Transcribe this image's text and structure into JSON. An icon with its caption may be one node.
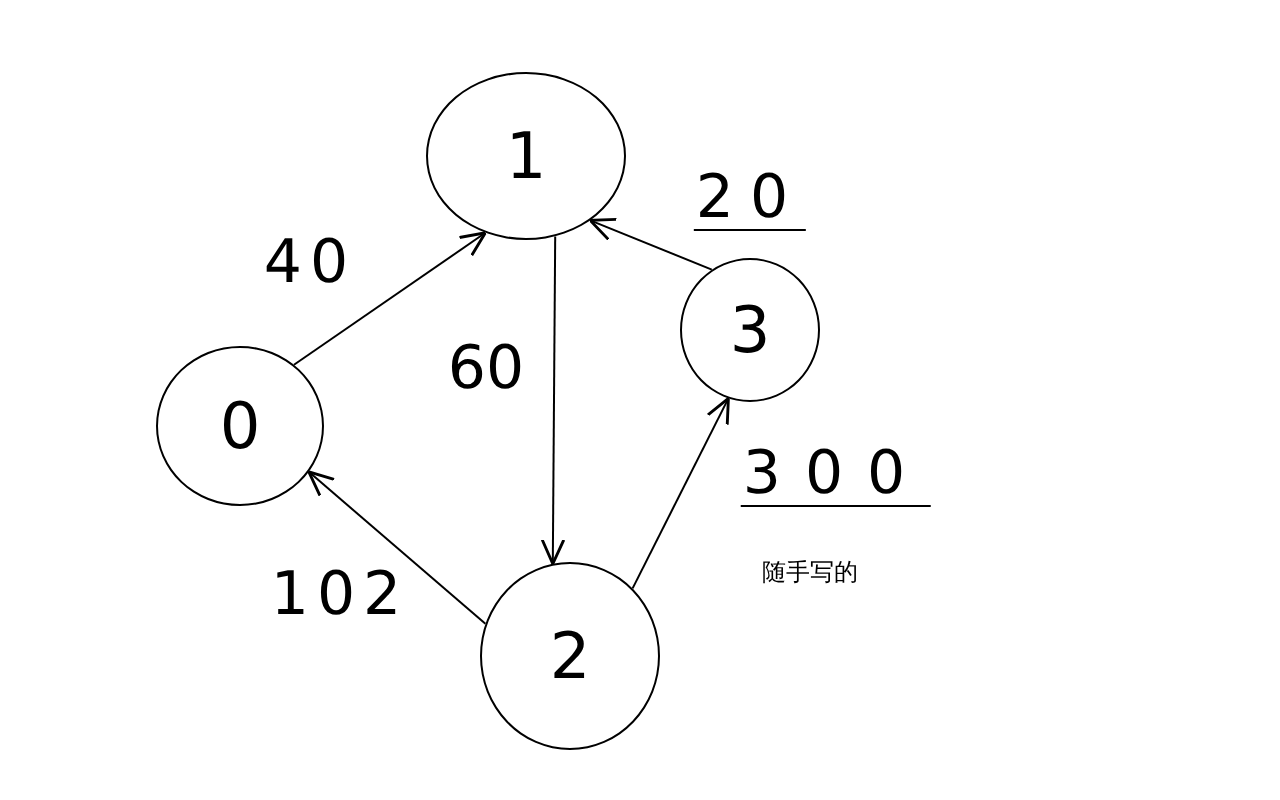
{
  "diagram": {
    "nodes": [
      {
        "text": [
          "1"
        ]
      },
      {
        "text": [
          "0"
        ]
      },
      {
        "text": [
          "3"
        ]
      },
      {
        "text": [
          "2"
        ]
      }
    ],
    "edges": [
      {
        "from": 1,
        "to": 0,
        "arrow": "to",
        "label": "40"
      },
      {
        "from": 2,
        "to": 0,
        "arrow": "to",
        "label": "20"
      },
      {
        "from": 0,
        "to": 3,
        "arrow": "to",
        "label": "60"
      },
      {
        "from": 3,
        "to": 1,
        "arrow": "to",
        "label": "102"
      },
      {
        "from": 3,
        "to": 2,
        "arrow": "to",
        "label": "300"
      }
    ],
    "labels": [
      "随手写的"
    ]
  }
}
